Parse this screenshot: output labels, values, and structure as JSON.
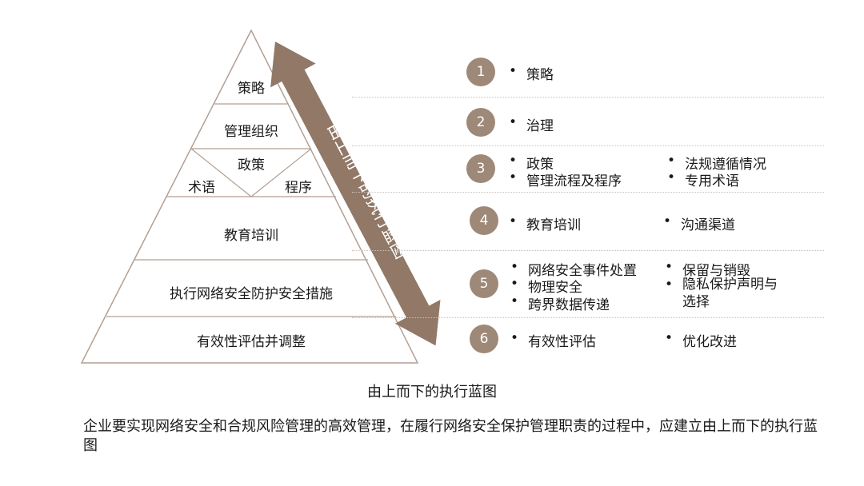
{
  "pyramid": {
    "levels": [
      "策略",
      "管理组织",
      "政策",
      "术语",
      "程序",
      "教育培训",
      "执行网络安全防护安全措施",
      "有效性评估并调整"
    ]
  },
  "arrow_label": "由上而下的执行蓝图",
  "steps": [
    {
      "num": "1",
      "items": [
        "策略"
      ]
    },
    {
      "num": "2",
      "items": [
        "治理"
      ]
    },
    {
      "num": "3",
      "items": [
        "政策",
        "法规遵循情况",
        "管理流程及程序",
        "专用术语"
      ]
    },
    {
      "num": "4",
      "items": [
        "教育培训",
        "沟通渠道"
      ]
    },
    {
      "num": "5",
      "items": [
        "网络安全事件处置",
        "保留与销毁",
        "物理安全",
        "隐私保护声明与选择",
        "跨界数据传递"
      ]
    },
    {
      "num": "6",
      "items": [
        "有效性评估",
        "优化改进"
      ]
    }
  ],
  "caption": "由上而下的执行蓝图",
  "description": "企业要实现网络安全和合规风险管理的高效管理，在履行网络安全保护管理职责的过程中，应建立由上而下的执行蓝图",
  "colors": {
    "accent": "#9e8878",
    "arrow": "#917867",
    "outline": "#b29f92"
  }
}
